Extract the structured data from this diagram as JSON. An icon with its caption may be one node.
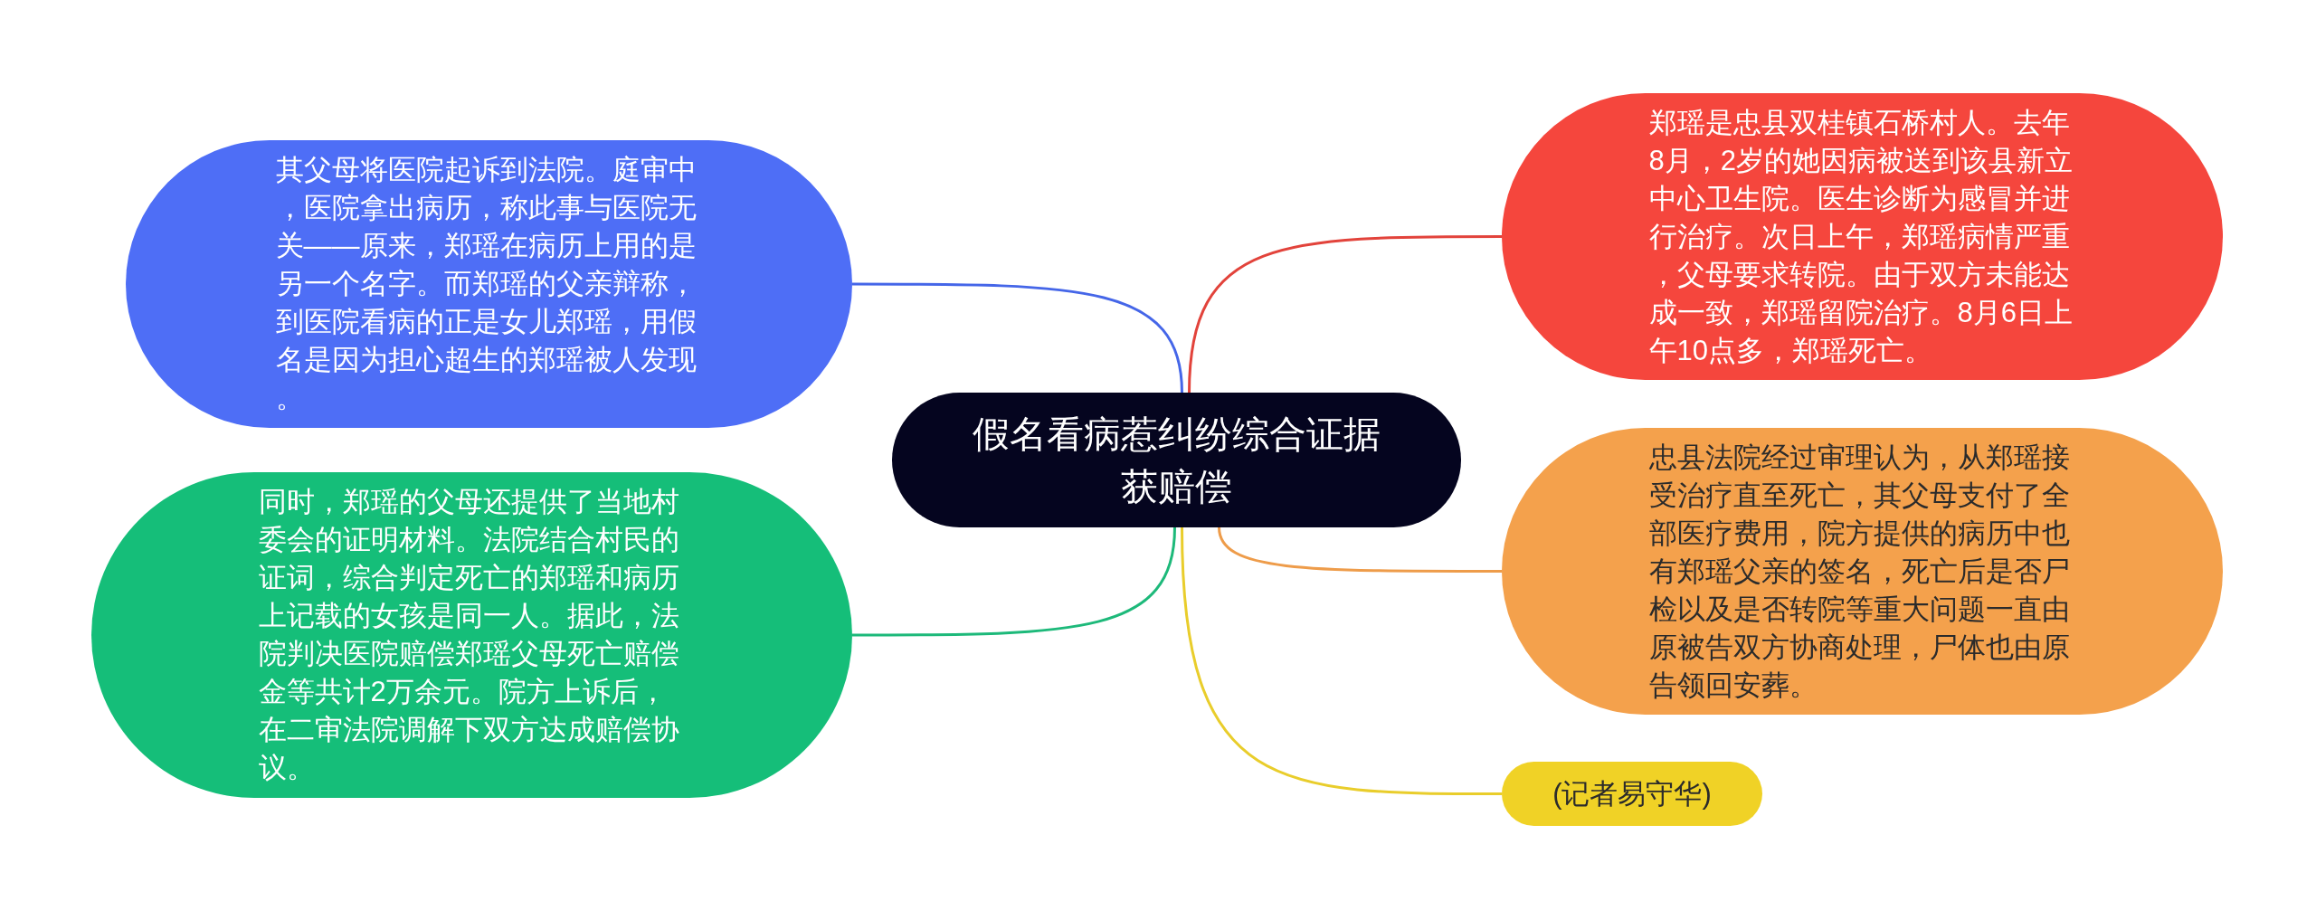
{
  "diagram": {
    "nodes": [
      {
        "text": [
          "假名看病惹纠纷综合证据获赔偿"
        ]
      },
      {
        "text": [
          "其父母将医院起诉到法院。庭审中，医院拿出病历，称此事与医院无关——原来，郑瑶在病历上用的是另一个名字。而郑瑶的父亲辩称，到医院看病的正是女儿郑瑶，用假名是因为担心超生的郑瑶被人发现。"
        ]
      },
      {
        "text": [
          "同时，郑瑶的父母还提供了当地村委会的证明材料。法院结合村民的证词，综合判定死亡的郑瑶和病历上记载的女孩是同一人。据此，法院判决医院赔偿郑瑶父母死亡赔偿金等共计2万余元。院方上诉后，在二审法院调解下双方达成赔偿协议。"
        ]
      },
      {
        "text": [
          "郑瑶是忠县双桂镇石桥村人。去年8月，2岁的她因病被送到该县新立中心卫生院。医生诊断为感冒并进行治疗。次日上午，郑瑶病情严重，父母要求转院。由于双方未能达成一致，郑瑶留院治疗。8月6日上午10点多，郑瑶死亡。"
        ]
      },
      {
        "text": [
          "忠县法院经过审理认为，从郑瑶接受治疗直至死亡，其父母支付了全部医疗费用，院方提供的病历中也有郑瑶父亲的签名，死亡后是否尸检以及是否转院等重大问题一直由原被告双方协商处理，尸体也由原告领回安葬。"
        ]
      },
      {
        "text": [
          "(记者易守华)"
        ]
      }
    ],
    "edges": [
      {
        "from": 0,
        "to": 1,
        "arrow": "none",
        "color": "#4566e8"
      },
      {
        "from": 0,
        "to": 2,
        "arrow": "none",
        "color": "#1db97a"
      },
      {
        "from": 0,
        "to": 3,
        "arrow": "none",
        "color": "#e2433b"
      },
      {
        "from": 0,
        "to": 4,
        "arrow": "none",
        "color": "#ee9c4a"
      },
      {
        "from": 0,
        "to": 5,
        "arrow": "none",
        "color": "#e9cd2b"
      }
    ]
  }
}
